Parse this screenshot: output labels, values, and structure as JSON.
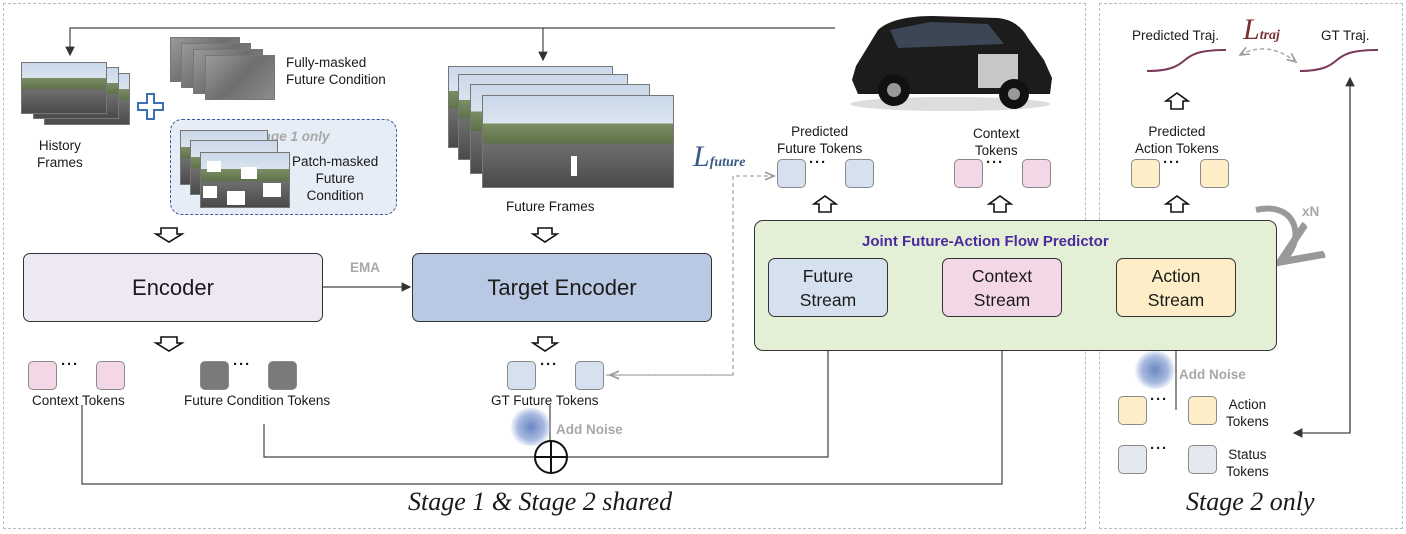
{
  "stage_shared_label": "Stage 1 & Stage 2 shared",
  "stage2_label": "Stage 2 only",
  "inputs": {
    "history_frames": [
      "History",
      "Frames"
    ],
    "fully_masked": [
      "Fully-masked",
      "Future Condition"
    ],
    "stage1_only": "Stage 1 only",
    "patch_masked": [
      "Patch-masked",
      "Future",
      "Condition"
    ],
    "future_frames": "Future Frames"
  },
  "encoder": "Encoder",
  "target_encoder": "Target Encoder",
  "ema": "EMA",
  "token_labels": {
    "context": "Context Tokens",
    "future_condition": "Future Condition Tokens",
    "gt_future": "GT Future Tokens",
    "add_noise": "Add Noise",
    "predicted_future": [
      "Predicted",
      "Future Tokens"
    ],
    "context_out": [
      "Context",
      "Tokens"
    ],
    "predicted_action": [
      "Predicted",
      "Action Tokens"
    ],
    "action_tokens": [
      "Action",
      "Tokens"
    ],
    "status_tokens": [
      "Status",
      "Tokens"
    ]
  },
  "predictor": {
    "title": "Joint Future-Action Flow Predictor",
    "future_stream": [
      "Future",
      "Stream"
    ],
    "context_stream": [
      "Context",
      "Stream"
    ],
    "action_stream": [
      "Action",
      "Stream"
    ],
    "repeat": "xN"
  },
  "losses": {
    "future_main": "L",
    "future_sub": "future",
    "traj_main": "L",
    "traj_sub": "traj"
  },
  "traj": {
    "predicted": "Predicted Traj.",
    "gt": "GT Traj."
  },
  "colors": {
    "pink": "#f3d7e6",
    "dark_gray": "#7a7a7a",
    "light_blue": "#d6e1f0",
    "yellow": "#fdeec8",
    "light_gray": "#e4e8ef",
    "predictor_bg": "#e4f0d6",
    "encoder_bg": "#ede8f3",
    "target_bg": "#b9c9e3",
    "title_purple": "#4b2aa0",
    "loss_blue": "#3b5a86",
    "loss_red": "#7a3030"
  }
}
